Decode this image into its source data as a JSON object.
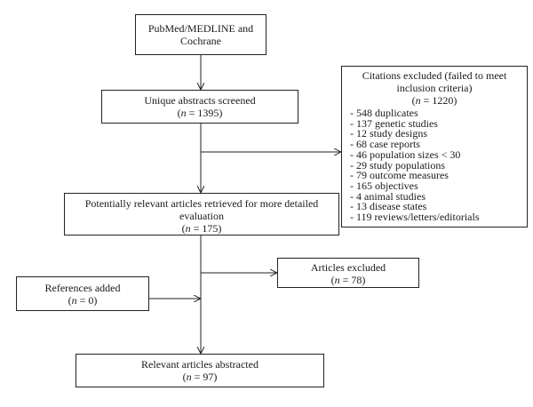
{
  "source": {
    "line1": "PubMed/MEDLINE and",
    "line2": "Cochrane"
  },
  "screened": {
    "label": "Unique abstracts screened",
    "count_var": "n",
    "count_rest": " = 1395)"
  },
  "excluded_1": {
    "line1": "Citations excluded (failed to meet",
    "line2": "inclusion criteria)",
    "count_var": "n",
    "count_rest": " = 1220)",
    "items": [
      "- 548 duplicates",
      "- 137 genetic studies",
      "- 12 study designs",
      "- 68 case reports",
      "- 46 population sizes < 30",
      "- 29 study populations",
      "- 79 outcome measures",
      "- 165 objectives",
      "- 4 animal studies",
      "- 13 disease states",
      "- 119 reviews/letters/editorials"
    ]
  },
  "retrieved": {
    "line1": "Potentially relevant articles retrieved for more detailed",
    "line2": "evaluation",
    "count_var": "n",
    "count_rest": " = 175)"
  },
  "excluded_2": {
    "label": "Articles excluded",
    "count_var": "n",
    "count_rest": " = 78)"
  },
  "added": {
    "label": "References added",
    "count_var": "n",
    "count_rest": " = 0)"
  },
  "abstracted": {
    "label": "Relevant articles abstracted",
    "count_var": "n",
    "count_rest": " = 97)"
  }
}
